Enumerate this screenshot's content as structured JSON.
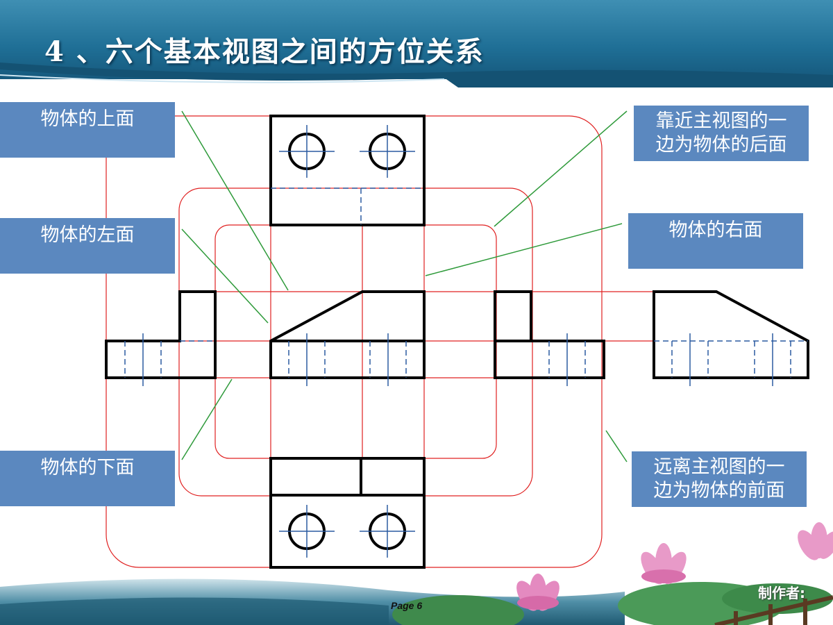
{
  "slide": {
    "title": "4 、六个基本视图之间的方位关系",
    "author_label": "制作者:",
    "page_number": "Page 6"
  },
  "labels": {
    "top_face": "物体的上面",
    "left_face": "物体的左面",
    "bottom_face": "物体的下面",
    "back_face_line1": "靠近主视图的一",
    "back_face_line2": "边为物体的后面",
    "right_face": "物体的右面",
    "front_face_line1": "远离主视图的一",
    "front_face_line2": "边为物体的前面"
  },
  "colors": {
    "header_blue": "#1f6f96",
    "label_box": "#5b88bf",
    "construction_line": "#e02020",
    "leader_line": "#2e9a3a",
    "center_line": "#2a5aa0",
    "outline": "#000000"
  }
}
